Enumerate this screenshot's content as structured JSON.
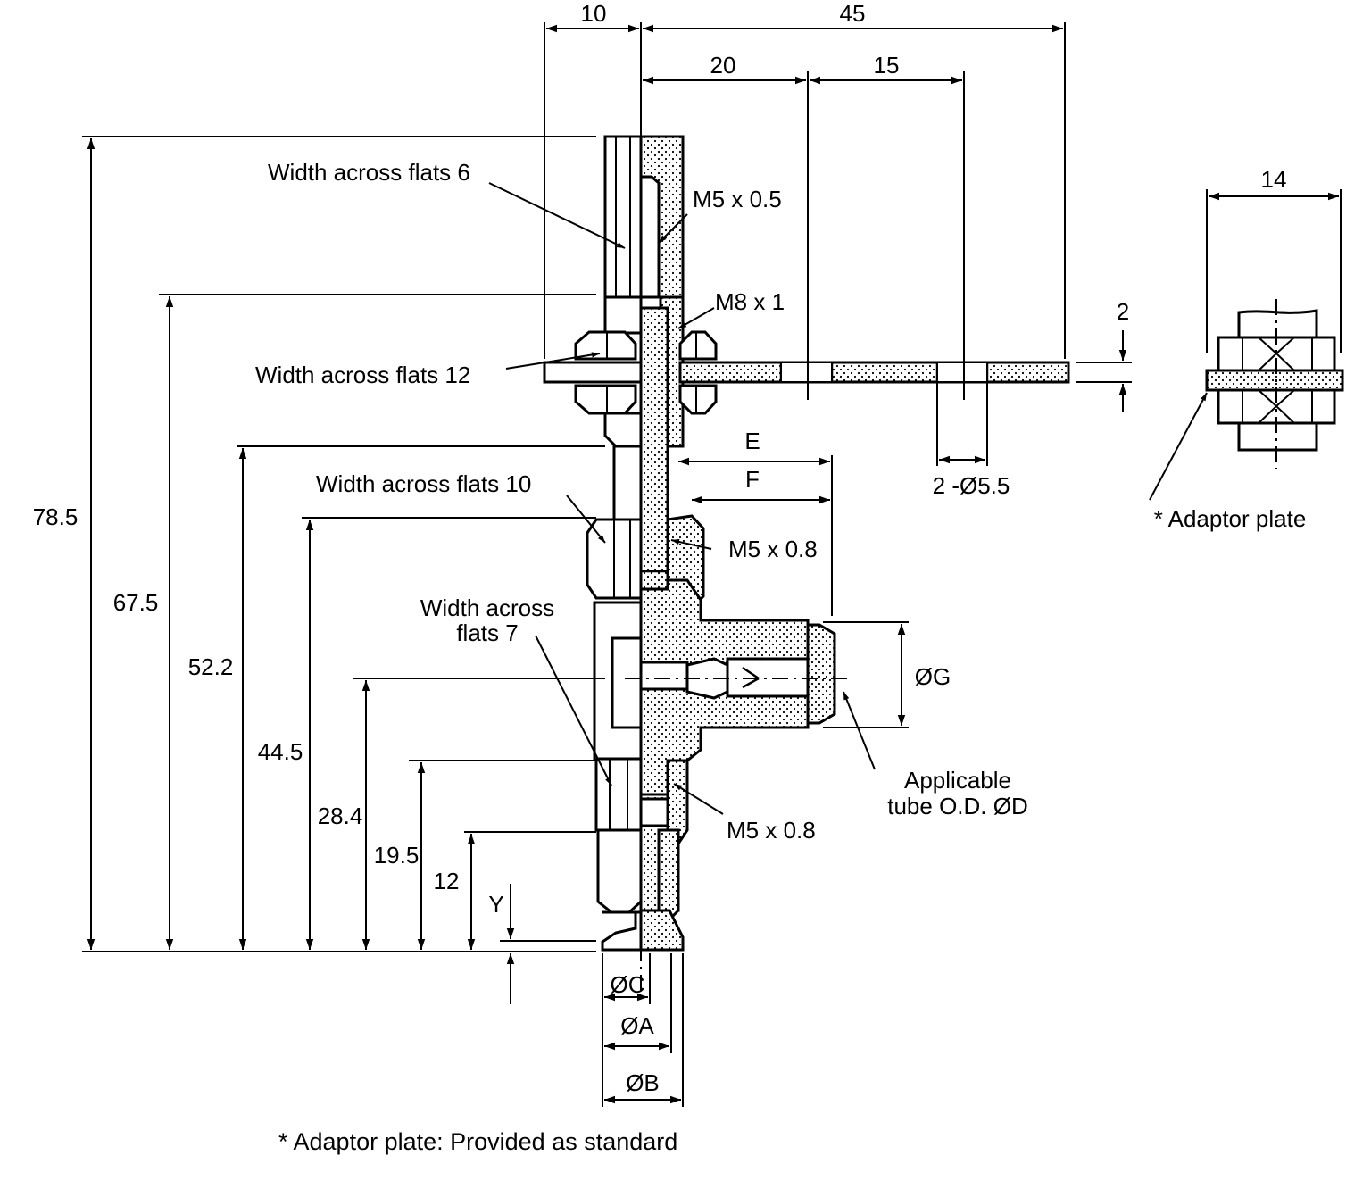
{
  "dimensions": {
    "top_left_width": "10",
    "total_width": "45",
    "hole_spacing_1": "20",
    "hole_spacing_2": "15",
    "plate_thickness": "2",
    "holes": "2 -Ø5.5",
    "side_width": "14",
    "height_total": "78.5",
    "height_nut": "67.5",
    "height_52": "52.2",
    "height_44": "44.5",
    "height_28": "28.4",
    "height_19": "19.5",
    "height_12": "12",
    "stroke_y": "Y",
    "dim_e": "E",
    "dim_f": "F",
    "dim_g": "ØG",
    "dim_c": "ØC",
    "dim_a": "ØA",
    "dim_b": "ØB"
  },
  "labels": {
    "waf6": "Width across flats 6",
    "waf12": "Width across flats 12",
    "waf10": "Width across flats 10",
    "waf7_line1": "Width across",
    "waf7_line2": "flats 7",
    "thread_m5_05": "M5 x 0.5",
    "thread_m8": "M8 x 1",
    "thread_m5_08_upper": "M5 x 0.8",
    "thread_m5_08_lower": "M5 x 0.8",
    "tube_line1": "Applicable",
    "tube_line2": "tube O.D. ØD",
    "adaptor_plate": "* Adaptor plate"
  },
  "footnote": "* Adaptor plate: Provided as standard"
}
